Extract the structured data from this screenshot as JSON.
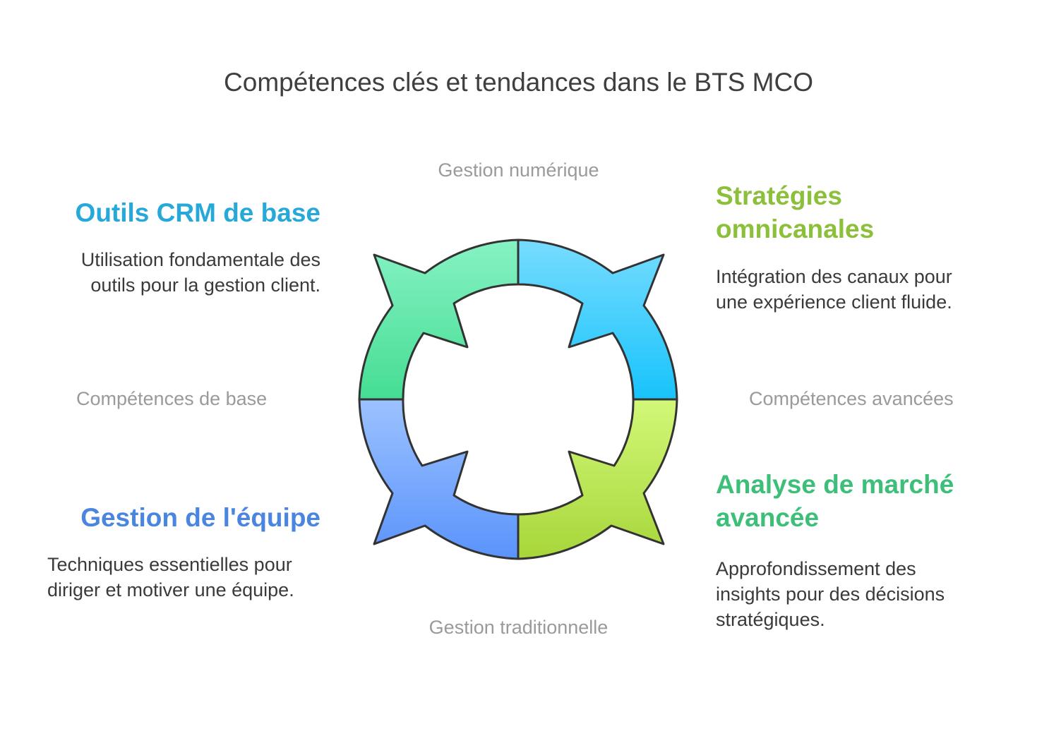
{
  "title": "Compétences clés et tendances dans le BTS MCO",
  "axes": {
    "top": "Gestion numérique",
    "bottom": "Gestion traditionnelle",
    "left": "Compétences de base",
    "right": "Compétences avancées"
  },
  "quadrants": {
    "top_left": {
      "heading": "Outils CRM de base",
      "line1": "Utilisation fondamentale des",
      "line2": "outils pour la gestion client.",
      "color": "#26a9d9"
    },
    "top_right": {
      "heading1": "Stratégies",
      "heading2": "omnicanales",
      "line1": "Intégration des canaux pour",
      "line2": "une expérience client fluide.",
      "color": "#8cbf3a"
    },
    "bottom_left": {
      "heading": "Gestion de l'équipe",
      "line1": "Techniques essentielles pour",
      "line2": "diriger et motiver une équipe.",
      "color": "#4a86e0"
    },
    "bottom_right": {
      "heading1": "Analyse de marché",
      "heading2": "avancée",
      "line1": "Approfondissement des",
      "line2": "insights pour des décisions",
      "line3": "stratégiques.",
      "color": "#3dbf7a"
    }
  },
  "segment_colors": {
    "top_left": [
      "#86f2c4",
      "#45dd93"
    ],
    "top_right": [
      "#77dcff",
      "#18c3fb"
    ],
    "bottom_left": [
      "#9cc2ff",
      "#5a93fc"
    ],
    "bottom_right": [
      "#d2f878",
      "#a7d63a"
    ]
  }
}
